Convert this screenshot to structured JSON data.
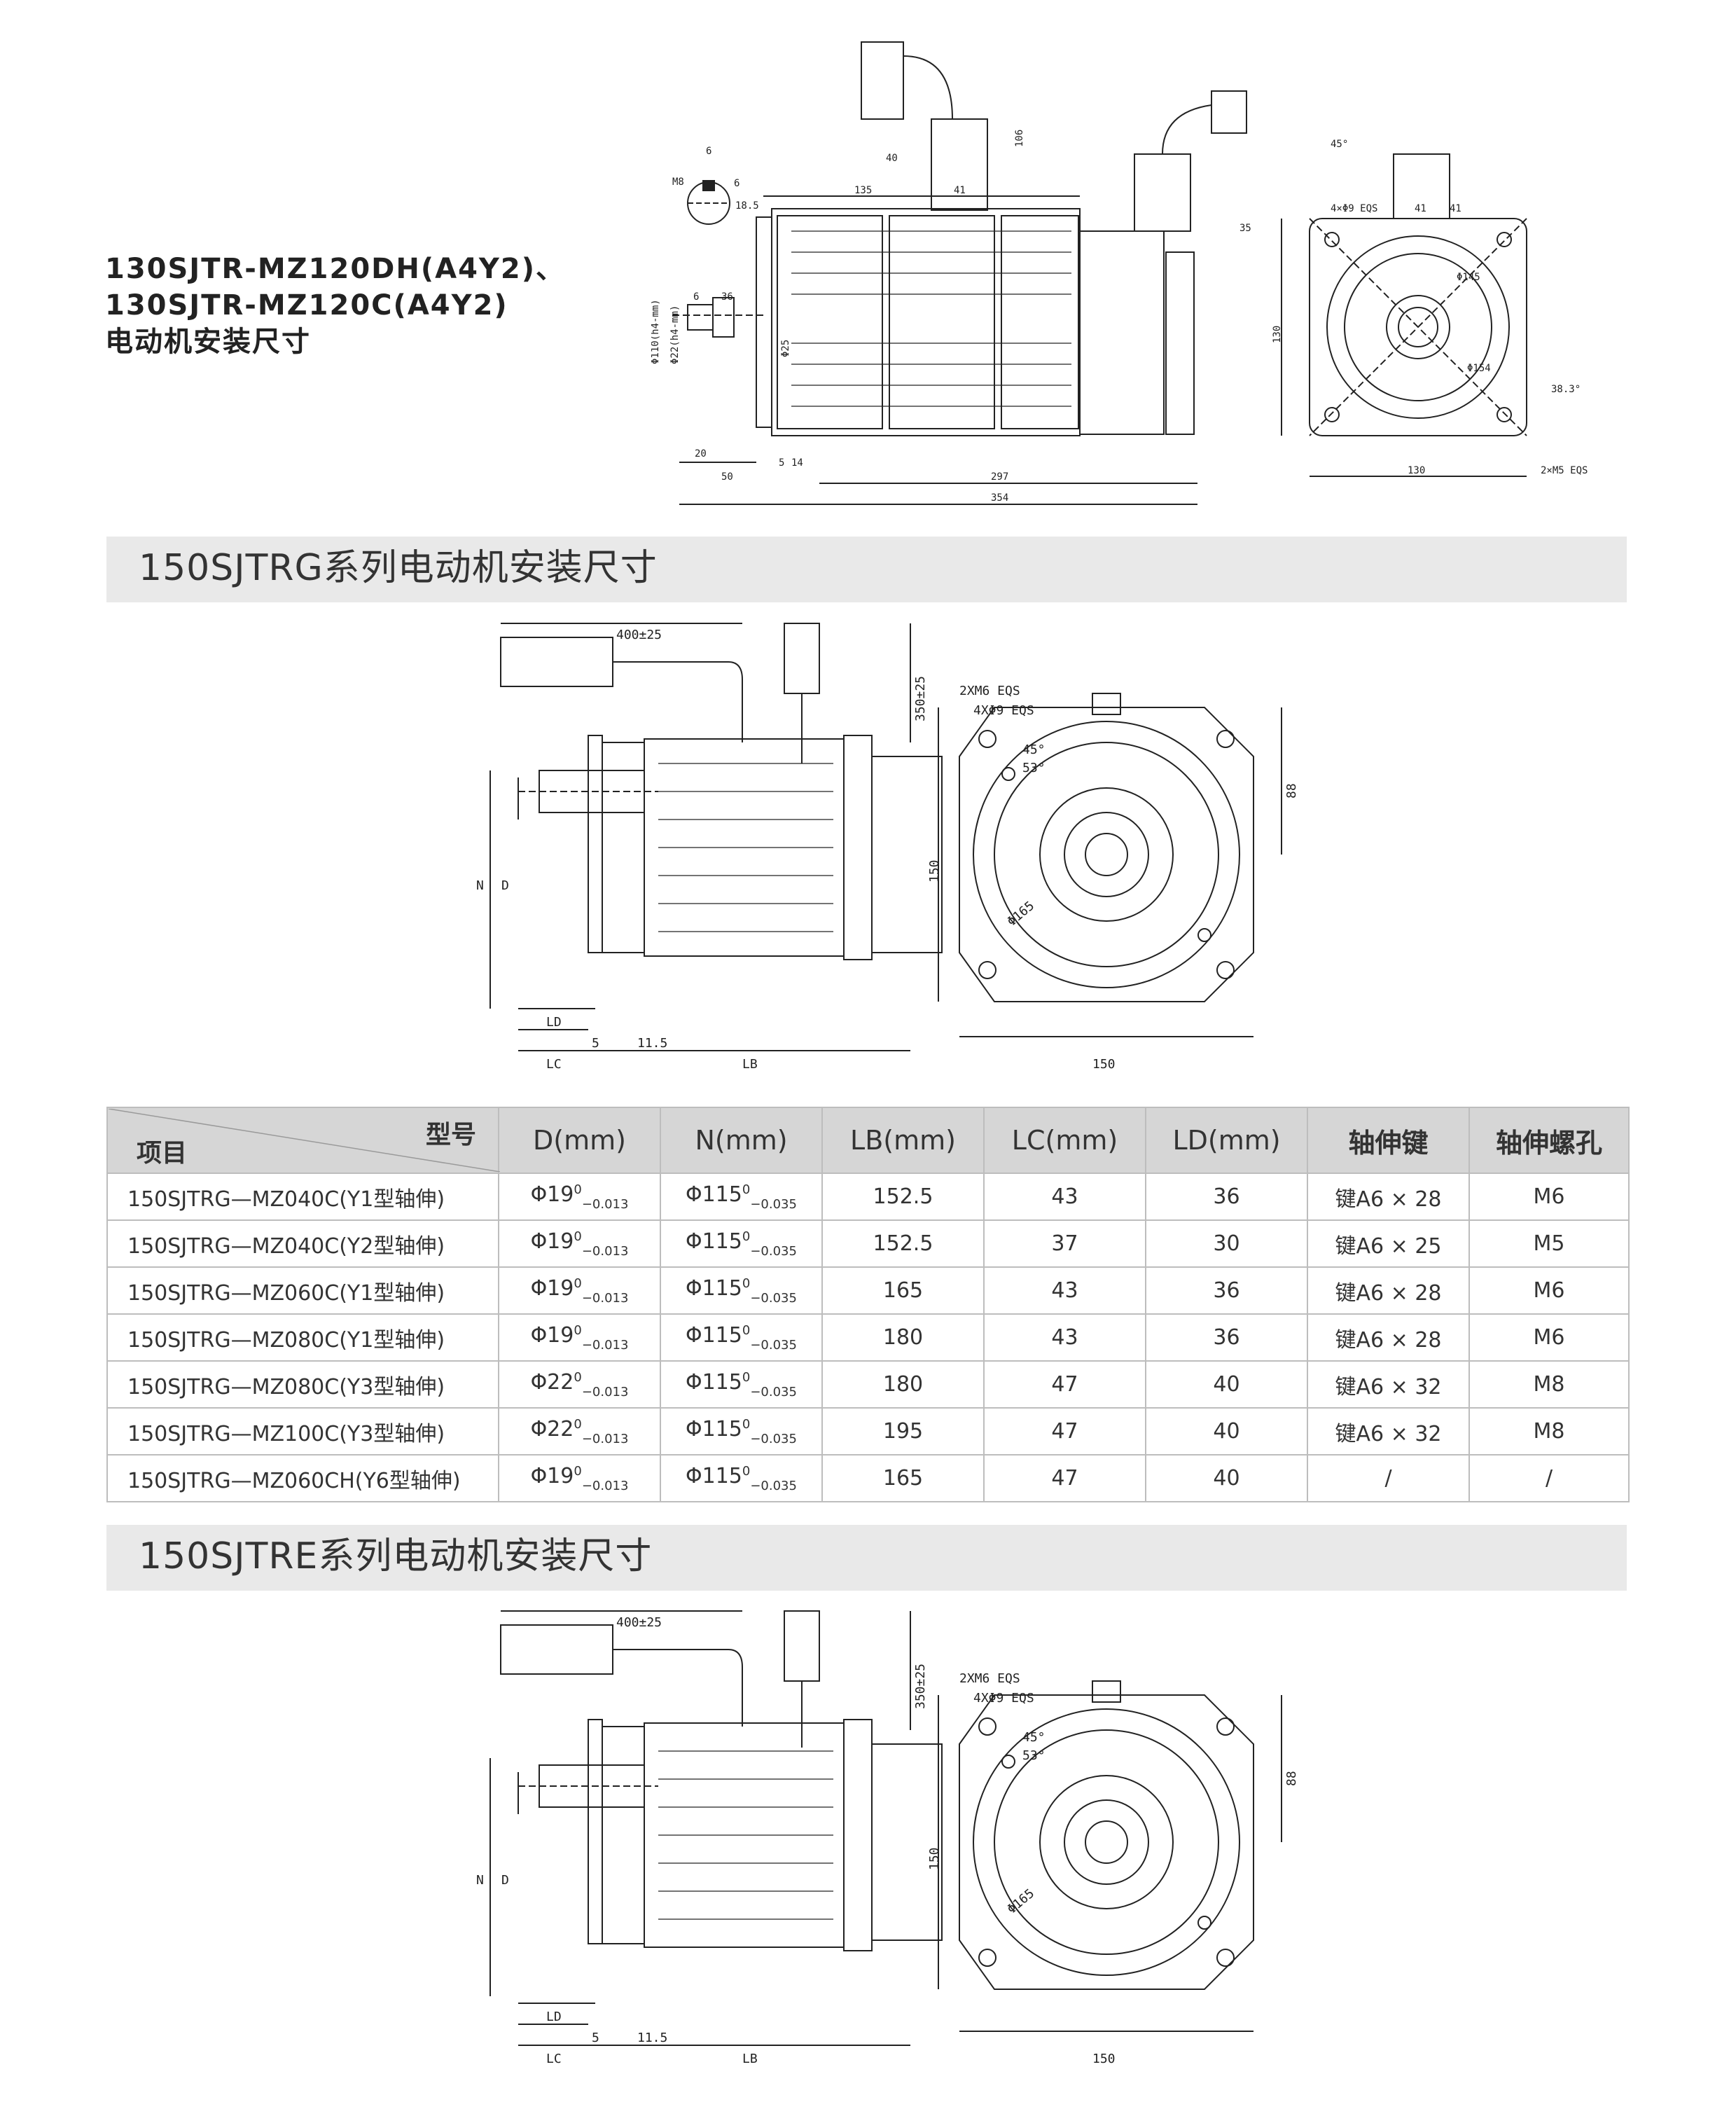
{
  "model_title": {
    "line1": "130SJTR-MZ120DH(A4Y2)、",
    "line2": "130SJTR-MZ120C(A4Y2)",
    "line3": "电动机安装尺寸"
  },
  "drawing_130": {
    "dims": [
      "6",
      "M8",
      "18.5",
      "6",
      "36",
      "6",
      "Φ110(h4-mm)",
      "Φ22(h4-mm)",
      "Φ25",
      "135",
      "41",
      "40",
      "106",
      "41",
      "35",
      "20",
      "50",
      "5",
      "14",
      "297",
      "354",
      "45°",
      "4×Φ9 EQS",
      "41",
      "Φ145",
      "Φ154",
      "38.3°",
      "130",
      "130",
      "2×M5 EQS"
    ]
  },
  "section_g": {
    "title": "150SJTRG系列电动机安装尺寸"
  },
  "section_e": {
    "title": "150SJTRE系列电动机安装尺寸"
  },
  "drawing_150": {
    "dims": [
      "400±25",
      "350±25",
      "N",
      "D",
      "LD",
      "5",
      "11.5",
      "LC",
      "LB",
      "2XM6 EQS",
      "4XΦ9 EQS",
      "45°",
      "53°",
      "88",
      "150",
      "Φ165",
      "150"
    ]
  },
  "table": {
    "corner_top": "型号",
    "corner_bottom": "项目",
    "headers": [
      "D(mm)",
      "N(mm)",
      "LB(mm)",
      "LC(mm)",
      "LD(mm)",
      "轴伸键",
      "轴伸螺孔"
    ],
    "tol": {
      "sup": "0",
      "sub": "−0.013",
      "sub_n": "−0.035"
    },
    "rows": [
      {
        "model": "150SJTRG—MZ040C(Y1型轴伸)",
        "d": "Φ19",
        "n": "Φ115",
        "lb": "152.5",
        "lc": "43",
        "ld": "36",
        "key": "键A6 × 28",
        "hole": "M6"
      },
      {
        "model": "150SJTRG—MZ040C(Y2型轴伸)",
        "d": "Φ19",
        "n": "Φ115",
        "lb": "152.5",
        "lc": "37",
        "ld": "30",
        "key": "键A6 × 25",
        "hole": "M5"
      },
      {
        "model": "150SJTRG—MZ060C(Y1型轴伸)",
        "d": "Φ19",
        "n": "Φ115",
        "lb": "165",
        "lc": "43",
        "ld": "36",
        "key": "键A6 × 28",
        "hole": "M6"
      },
      {
        "model": "150SJTRG—MZ080C(Y1型轴伸)",
        "d": "Φ19",
        "n": "Φ115",
        "lb": "180",
        "lc": "43",
        "ld": "36",
        "key": "键A6 × 28",
        "hole": "M6"
      },
      {
        "model": "150SJTRG—MZ080C(Y3型轴伸)",
        "d": "Φ22",
        "n": "Φ115",
        "lb": "180",
        "lc": "47",
        "ld": "40",
        "key": "键A6 × 32",
        "hole": "M8"
      },
      {
        "model": "150SJTRG—MZ100C(Y3型轴伸)",
        "d": "Φ22",
        "n": "Φ115",
        "lb": "195",
        "lc": "47",
        "ld": "40",
        "key": "键A6 × 32",
        "hole": "M8"
      },
      {
        "model": "150SJTRG—MZ060CH(Y6型轴伸)",
        "d": "Φ19",
        "n": "Φ115",
        "lb": "165",
        "lc": "47",
        "ld": "40",
        "key": "/",
        "hole": "/"
      }
    ]
  }
}
